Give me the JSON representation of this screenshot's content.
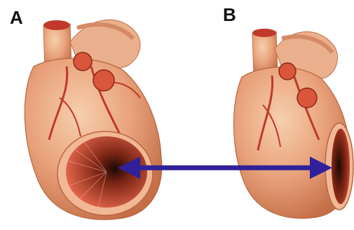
{
  "labels": {
    "a": "A",
    "b": "B"
  },
  "colors": {
    "background": "#ffffff",
    "heart_base": "#e9a27a",
    "heart_light": "#f6cba8",
    "heart_shadow": "#c8724a",
    "vessel": "#c0392b",
    "chamber_inner": "#d9553c",
    "chamber_dark": "#2a0c08",
    "arrow": "#30219a"
  },
  "figures": [
    {
      "id": "heart-a",
      "icon": "heart-cross-section-dilated-icon"
    },
    {
      "id": "heart-b",
      "icon": "heart-cross-section-narrow-icon"
    }
  ],
  "arrow": {
    "icon": "double-headed-arrow-icon"
  }
}
